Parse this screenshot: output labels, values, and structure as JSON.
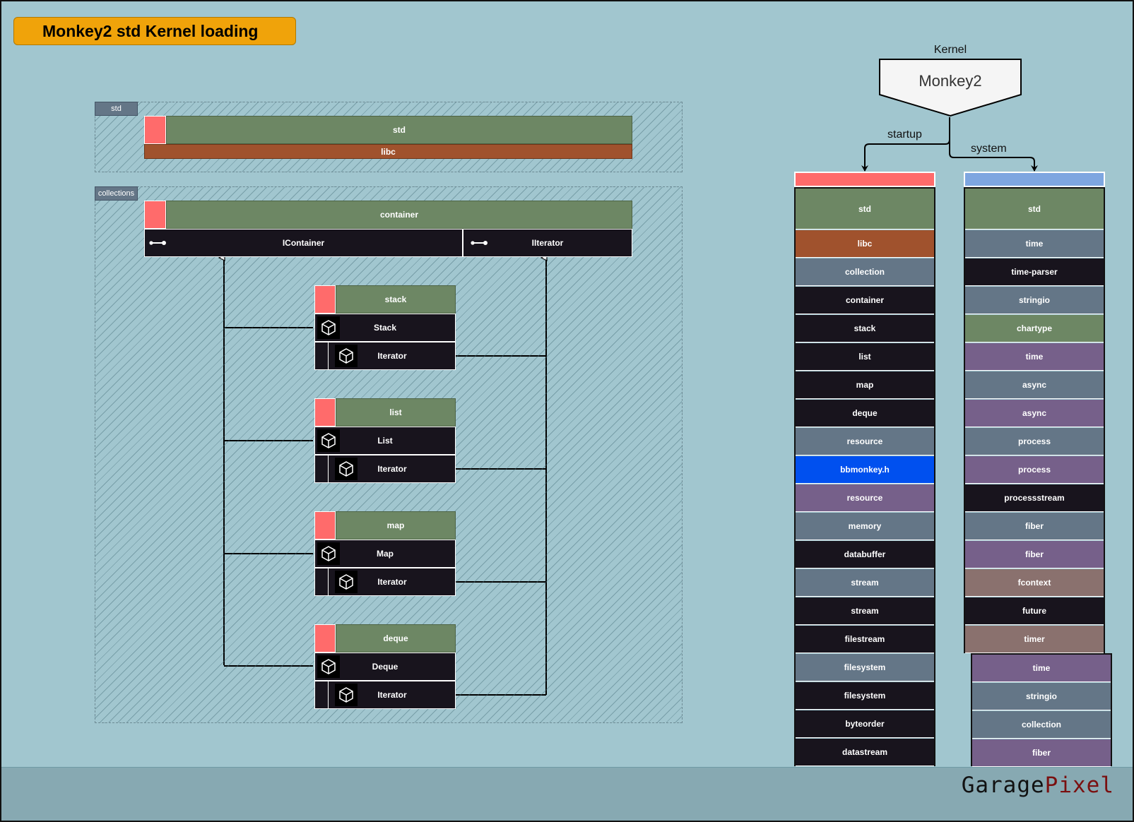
{
  "title": "Monkey2 std Kernel loading",
  "kernel": {
    "label": "Kernel",
    "name": "Monkey2"
  },
  "edges": {
    "startup": "startup",
    "system": "system"
  },
  "groups": {
    "std": {
      "tag": "std",
      "module": "std",
      "lib": "libc"
    },
    "collections": {
      "tag": "collections",
      "module": "container",
      "interfaces": [
        "IContainer",
        "IIterator"
      ],
      "classes": [
        {
          "module": "stack",
          "cls": "Stack",
          "iter": "Iterator"
        },
        {
          "module": "list",
          "cls": "List",
          "iter": "Iterator"
        },
        {
          "module": "map",
          "cls": "Map",
          "iter": "Iterator"
        },
        {
          "module": "deque",
          "cls": "Deque",
          "iter": "Iterator"
        }
      ]
    }
  },
  "colors": {
    "background": "#a1c6cf",
    "title": "#f0a30a",
    "module_green": "#6d8764",
    "lib_brown": "#a0522d",
    "slate": "#647687",
    "dark": "#18141d",
    "purple": "#76608a",
    "mauve": "#8a716e",
    "blue": "#0050ef",
    "startup_header": "#ff6b6b",
    "system_header": "#7ea6e0"
  },
  "startup_column": [
    {
      "label": "std",
      "color": "green"
    },
    {
      "label": "libc",
      "color": "brown"
    },
    {
      "label": "collection",
      "color": "slate"
    },
    {
      "label": "container",
      "color": "dark"
    },
    {
      "label": "stack",
      "color": "dark"
    },
    {
      "label": "list",
      "color": "dark"
    },
    {
      "label": "map",
      "color": "dark"
    },
    {
      "label": "deque",
      "color": "dark"
    },
    {
      "label": "resource",
      "color": "slate"
    },
    {
      "label": "bbmonkey.h",
      "color": "blue"
    },
    {
      "label": "resource",
      "color": "purple"
    },
    {
      "label": "memory",
      "color": "slate"
    },
    {
      "label": "databuffer",
      "color": "dark"
    },
    {
      "label": "stream",
      "color": "slate"
    },
    {
      "label": "stream",
      "color": "dark"
    },
    {
      "label": "filestream",
      "color": "dark"
    },
    {
      "label": "filesystem",
      "color": "slate"
    },
    {
      "label": "filesystem",
      "color": "dark"
    },
    {
      "label": "byteorder",
      "color": "dark"
    },
    {
      "label": "datastream",
      "color": "dark"
    }
  ],
  "system_column": [
    {
      "label": "std",
      "color": "green"
    },
    {
      "label": "time",
      "color": "slate"
    },
    {
      "label": "time-parser",
      "color": "dark"
    },
    {
      "label": "stringio",
      "color": "slate"
    },
    {
      "label": "chartype",
      "color": "green"
    },
    {
      "label": "time",
      "color": "purple"
    },
    {
      "label": "async",
      "color": "slate"
    },
    {
      "label": "async",
      "color": "purple"
    },
    {
      "label": "process",
      "color": "slate"
    },
    {
      "label": "process",
      "color": "purple"
    },
    {
      "label": "processstream",
      "color": "dark"
    },
    {
      "label": "fiber",
      "color": "slate"
    },
    {
      "label": "fiber",
      "color": "purple"
    },
    {
      "label": "fcontext",
      "color": "mauve"
    },
    {
      "label": "future",
      "color": "dark"
    },
    {
      "label": "timer",
      "color": "mauve"
    }
  ],
  "system_sub_column": [
    {
      "label": "time",
      "color": "purple"
    },
    {
      "label": "stringio",
      "color": "slate"
    },
    {
      "label": "collection",
      "color": "slate"
    },
    {
      "label": "fiber",
      "color": "purple"
    }
  ],
  "brand": {
    "part1": "Garage",
    "part2": "Pixel"
  }
}
